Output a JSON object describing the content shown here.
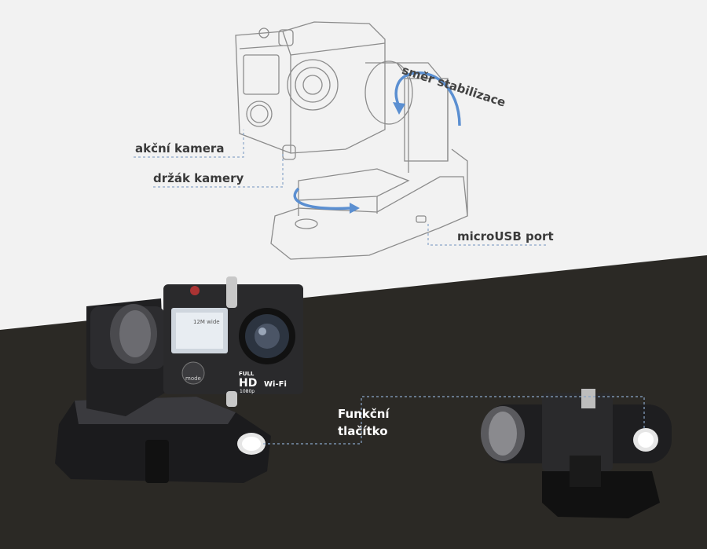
{
  "labels": {
    "action_camera": "akční kamera",
    "camera_holder": "držák kamery",
    "stabilization_direction": "směr stabilizace",
    "micro_usb": "microUSB port",
    "function_button_line1": "Funkční",
    "function_button_line2": "tlačítko"
  },
  "camera_print": {
    "mode_label": "mode",
    "screen_mode": "12M wide",
    "full": "FULL",
    "hd": "HD",
    "res": "1080p",
    "wifi": "Wi-Fi"
  },
  "colors": {
    "background_top": "#f2f2f2",
    "background_bottom": "#2b2925",
    "accent_arrow": "#5b8fd1",
    "dashed_line": "#8aa6c9",
    "label_dark": "#3a3a3a",
    "label_light": "#ffffff"
  }
}
